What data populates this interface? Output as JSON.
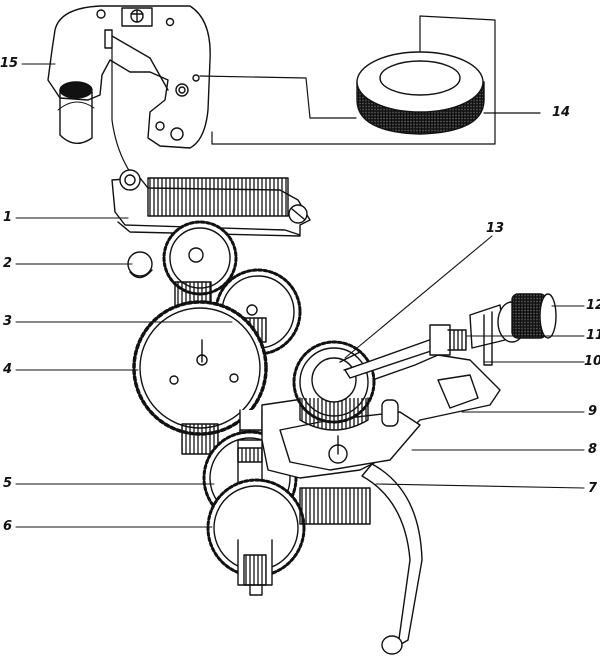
{
  "labels": {
    "l1": "1",
    "l2": "2",
    "l3": "3",
    "l4": "4",
    "l5": "5",
    "l6": "6",
    "l7": "7",
    "l8": "8",
    "l9": "9",
    "l10": "10",
    "l11": "11",
    "l12": "12",
    "l13": "13",
    "l14": "14",
    "l15": "15"
  },
  "colors": {
    "ink": "#111111",
    "paper": "#ffffff"
  }
}
